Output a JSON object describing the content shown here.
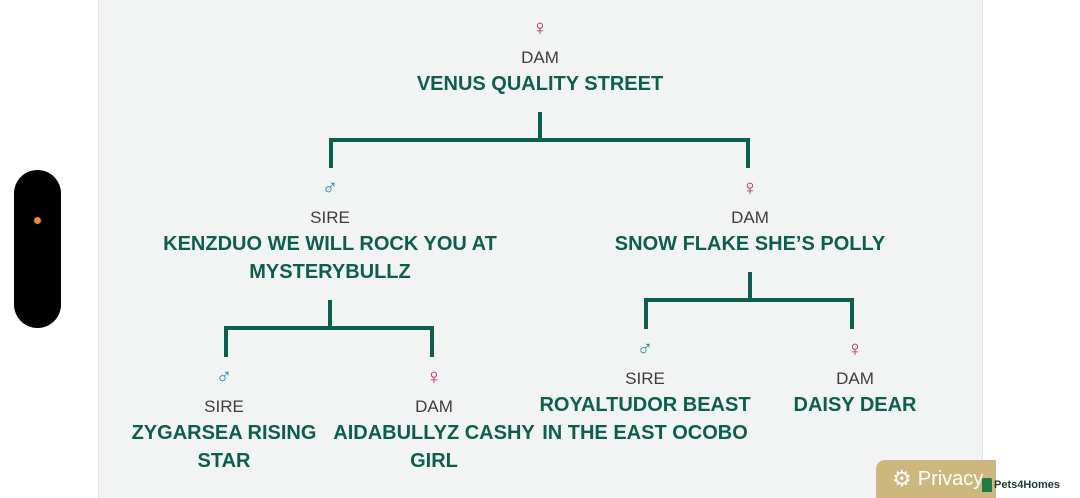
{
  "pedigree": {
    "root": {
      "role": "DAM",
      "name": "VENUS QUALITY STREET",
      "symbol": "♀"
    },
    "sire": {
      "role": "SIRE",
      "name_line1": "KENZDUO WE WILL ROCK YOU AT",
      "name_line2": "MYSTERYBULLZ",
      "symbol": "♂"
    },
    "dam": {
      "role": "DAM",
      "name": "SNOW FLAKE SHE’S POLLY",
      "symbol": "♀"
    },
    "sire_sire": {
      "role": "SIRE",
      "name_line1": "ZYGARSEA RISING",
      "name_line2": "STAR",
      "symbol": "♂"
    },
    "sire_dam": {
      "role": "DAM",
      "name_line1": "AIDABULLYZ CASHY",
      "name_line2": "GIRL",
      "symbol": "♀"
    },
    "dam_sire": {
      "role": "SIRE",
      "name_line1": "ROYALTUDOR BEAST",
      "name_line2": "IN THE EAST OCOBO",
      "symbol": "♂"
    },
    "dam_dam": {
      "role": "DAM",
      "name": "DAISY DEAR",
      "symbol": "♀"
    }
  },
  "privacy": {
    "label": "Privacy",
    "icon": "gear-icon"
  },
  "brand": {
    "label": "Pets4Homes"
  },
  "colors": {
    "line": "#0c5f4e",
    "female": "#cc1f4f",
    "male": "#1f86ad",
    "privacy_bg": "#cdb77e"
  }
}
